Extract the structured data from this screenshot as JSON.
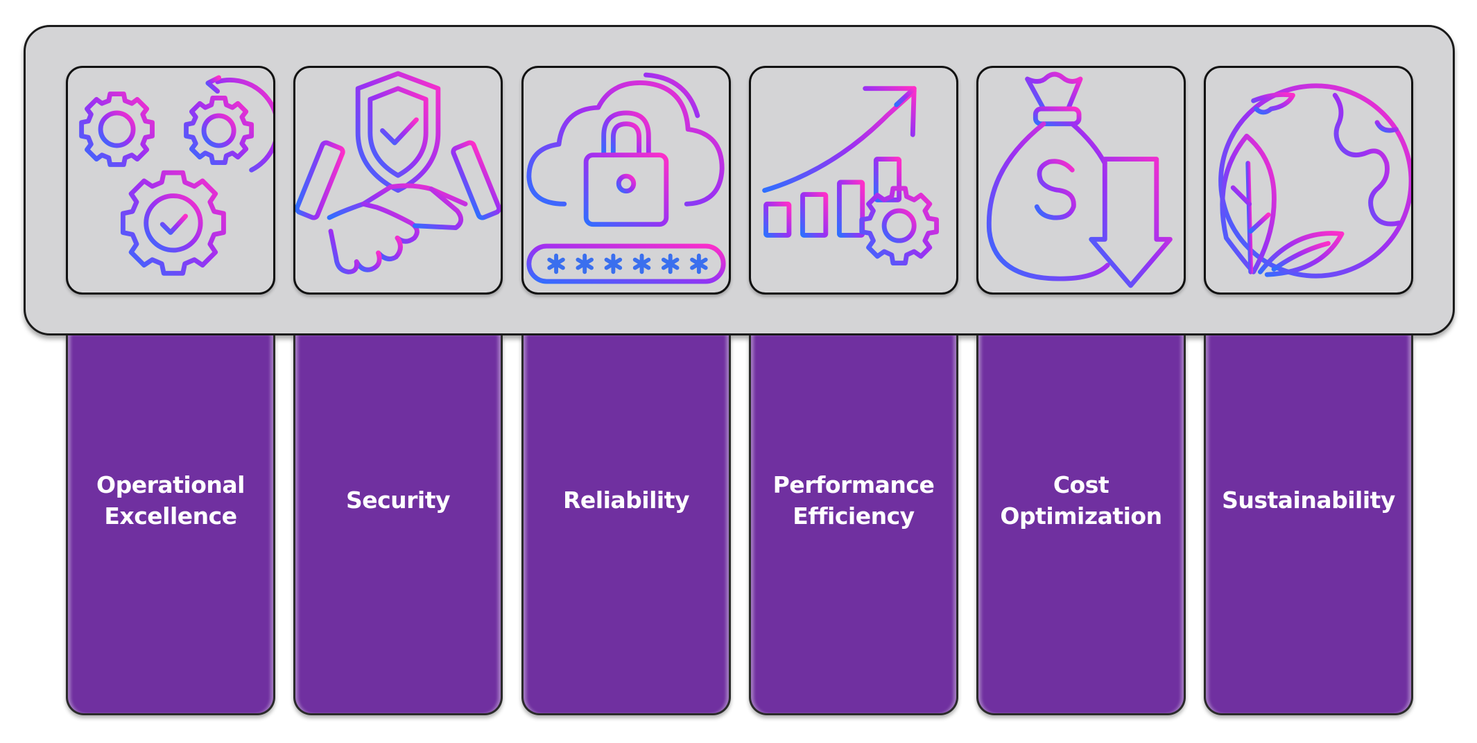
{
  "pillars": [
    {
      "label": "Operational\nExcellence",
      "icon": "gears-check-icon"
    },
    {
      "label": "Security",
      "icon": "shield-handshake-icon"
    },
    {
      "label": "Reliability",
      "icon": "cloud-lock-password-icon"
    },
    {
      "label": "Performance\nEfficiency",
      "icon": "growth-chart-gear-icon"
    },
    {
      "label": "Cost\nOptimization",
      "icon": "money-bag-down-arrow-icon"
    },
    {
      "label": "Sustainability",
      "icon": "globe-leaf-icon"
    }
  ],
  "colors": {
    "band_background": "#d4d4d6",
    "label_background": "#7030a0",
    "label_text": "#ffffff",
    "icon_gradient_start": "#2f6fff",
    "icon_gradient_mid": "#a030f0",
    "icon_gradient_end": "#ff2fc8"
  }
}
